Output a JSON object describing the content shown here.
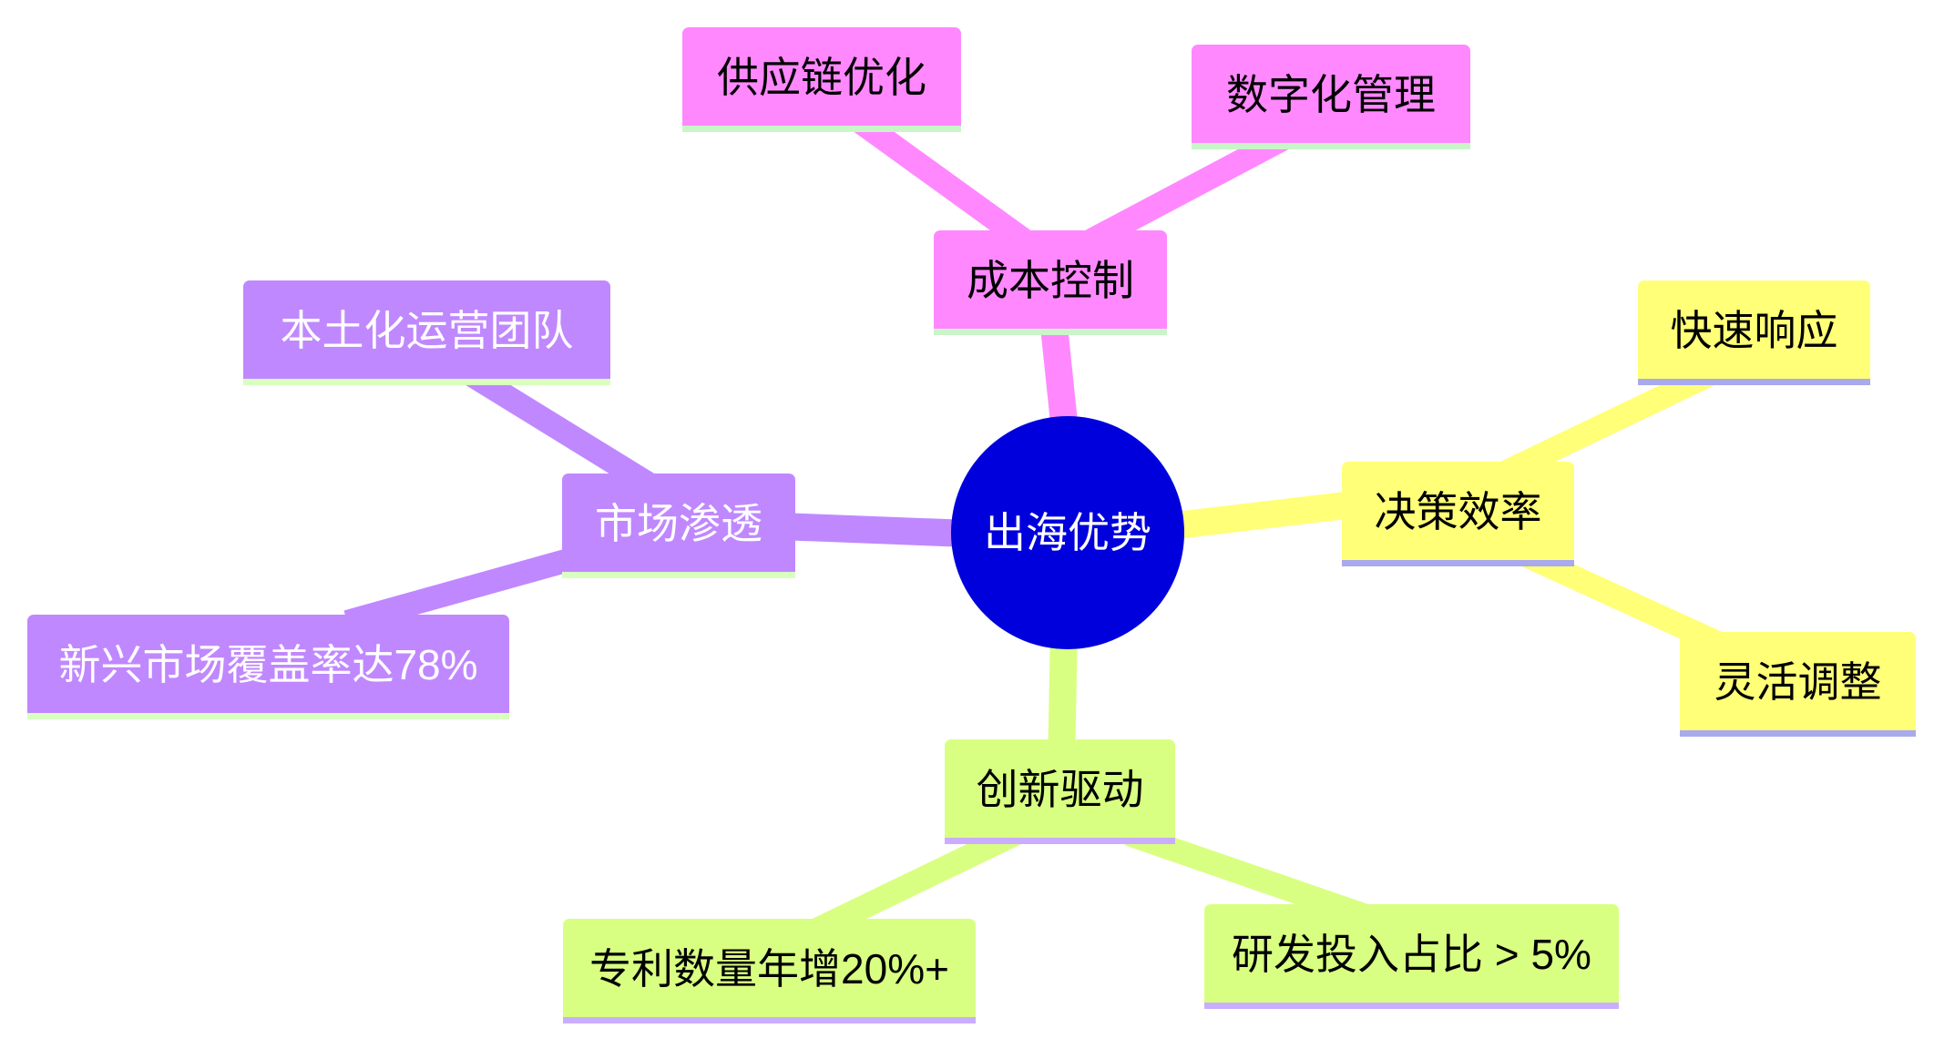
{
  "mindmap": {
    "root": {
      "label": "出海优势",
      "color": "#0000dd",
      "text_color": "#ffffff"
    },
    "branches": [
      {
        "label": "成本控制",
        "color": "#ff88ff",
        "underline_color": "#c9f5c9",
        "text_color": "#000000",
        "children": [
          {
            "label": "供应链优化"
          },
          {
            "label": "数字化管理"
          }
        ]
      },
      {
        "label": "决策效率",
        "color": "#ffff78",
        "underline_color": "#a9a9ee",
        "text_color": "#000000",
        "children": [
          {
            "label": "快速响应"
          },
          {
            "label": "灵活调整"
          }
        ]
      },
      {
        "label": "创新驱动",
        "color": "#d9ff82",
        "underline_color": "#caadff",
        "text_color": "#000000",
        "children": [
          {
            "label": "专利数量年增20%+"
          },
          {
            "label": "研发投入占比 > 5%"
          }
        ]
      },
      {
        "label": "市场渗透",
        "color": "#c088ff",
        "underline_color": "#d8ffc0",
        "text_color": "#ffffff",
        "children": [
          {
            "label": "本土化运营团队"
          },
          {
            "label": "新兴市场覆盖率达78%"
          }
        ]
      }
    ]
  }
}
